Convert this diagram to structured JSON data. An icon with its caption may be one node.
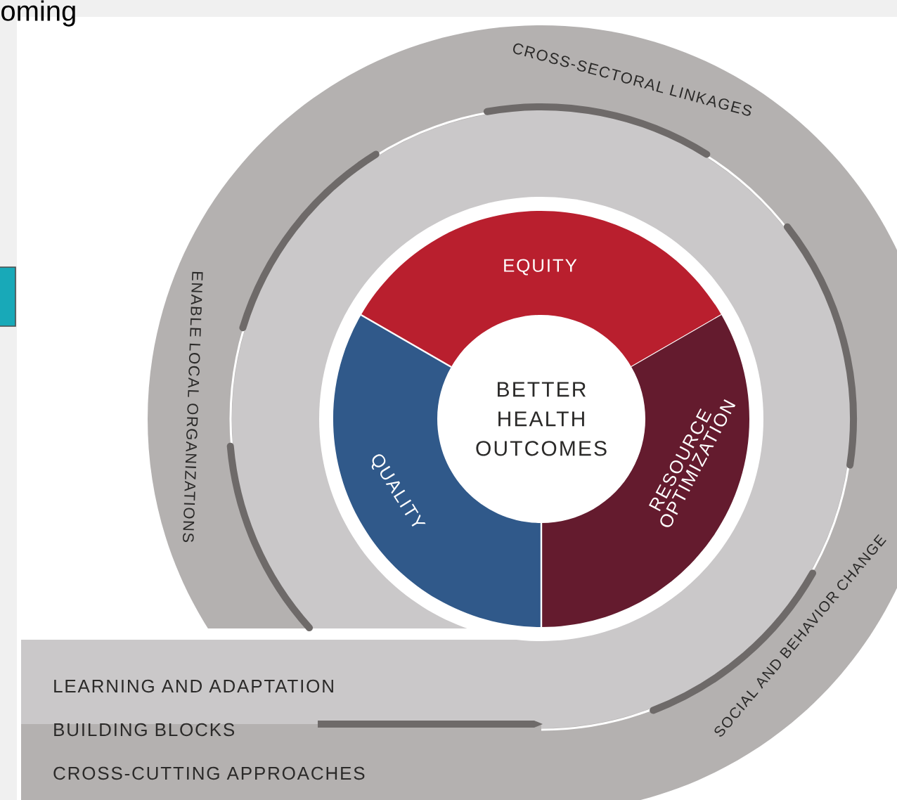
{
  "diagram": {
    "nodes": [
      {
        "text": [
          "BETTER HEALTH OUTCOMES"
        ]
      },
      {
        "text": [
          "EQUITY"
        ]
      },
      {
        "text": [
          "QUALITY"
        ]
      },
      {
        "text": [
          "RESOURCE OPTIMIZATION"
        ]
      }
    ],
    "labels": [
      "oming",
      "CROSS-SECTORAL LINKAGES",
      "ENABLE LOCAL ORGANIZATIONS",
      "SOCIAL AND BEHAVIOR CHANGE",
      "LEARNING AND ADAPTATION",
      "BUILDING BLOCKS",
      "CROSS-CUTTING APPROACHES"
    ]
  }
}
